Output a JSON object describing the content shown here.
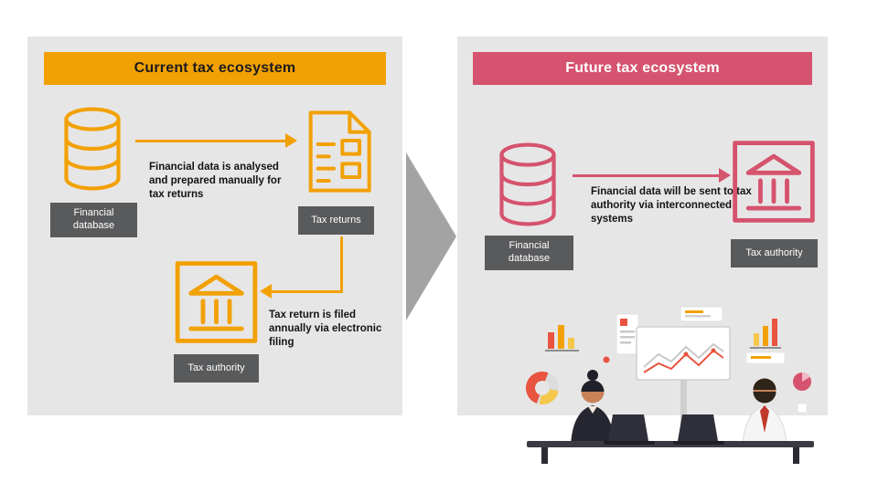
{
  "colors": {
    "orange": "#F2A104",
    "pink": "#D5536E",
    "panel_bg": "#E7E6E6",
    "label_bg": "#595A5C",
    "big_arrow": "#A3A3A3"
  },
  "current_panel": {
    "title": "Current tax ecosystem",
    "database_label": "Financial database",
    "tax_returns_label": "Tax returns",
    "tax_authority_label": "Tax authority",
    "flow1_annotation": "Financial data is analysed and prepared manually for tax returns",
    "flow2_annotation": "Tax return is filed annually via electronic filing"
  },
  "future_panel": {
    "title": "Future tax ecosystem",
    "database_label": "Financial database",
    "tax_authority_label": "Tax authority",
    "flow1_annotation": "Financial data will be sent to tax authority via interconnected systems"
  }
}
